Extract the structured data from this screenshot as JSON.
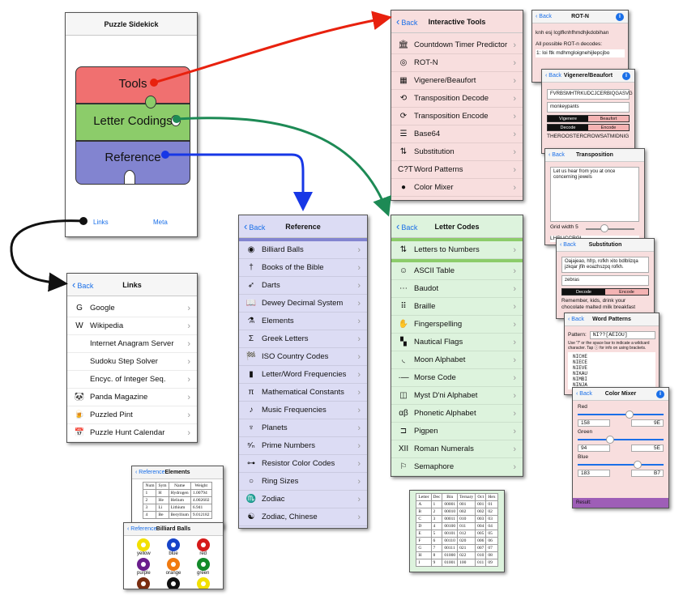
{
  "main": {
    "title": "Puzzle Sidekick",
    "puzzle": [
      "Tools",
      "Letter Codings",
      "Reference"
    ],
    "tabs": [
      "Links",
      "Meta"
    ]
  },
  "back_label": "Back",
  "tools": {
    "title": "Interactive Tools",
    "items": [
      {
        "label": "Countdown Timer Predictor",
        "icon": "🏛"
      },
      {
        "label": "ROT-N",
        "icon": "◎"
      },
      {
        "label": "Vigenere/Beaufort",
        "icon": "▦"
      },
      {
        "label": "Transposition Decode",
        "icon": "⟲"
      },
      {
        "label": "Transposition Encode",
        "icon": "⟳"
      },
      {
        "label": "Base64",
        "icon": "☰"
      },
      {
        "label": "Substitution",
        "icon": "⇅"
      },
      {
        "label": "Word Patterns",
        "icon": "C?T"
      },
      {
        "label": "Color Mixer",
        "icon": "●"
      }
    ]
  },
  "reference": {
    "title": "Reference",
    "items": [
      {
        "label": "Billiard Balls",
        "icon": "◉"
      },
      {
        "label": "Books of the Bible",
        "icon": "†"
      },
      {
        "label": "Darts",
        "icon": "➶"
      },
      {
        "label": "Dewey Decimal System",
        "icon": "📖"
      },
      {
        "label": "Elements",
        "icon": "⚗"
      },
      {
        "label": "Greek Letters",
        "icon": "Σ"
      },
      {
        "label": "ISO Country Codes",
        "icon": "🏁"
      },
      {
        "label": "Letter/Word Frequencies",
        "icon": "▮"
      },
      {
        "label": "Mathematical Constants",
        "icon": "π"
      },
      {
        "label": "Music Frequencies",
        "icon": "♪"
      },
      {
        "label": "Planets",
        "icon": "♆"
      },
      {
        "label": "Prime Numbers",
        "icon": "ⁿ⁄ₙ"
      },
      {
        "label": "Resistor Color Codes",
        "icon": "⊶"
      },
      {
        "label": "Ring Sizes",
        "icon": "○"
      },
      {
        "label": "Zodiac",
        "icon": "♏"
      },
      {
        "label": "Zodiac, Chinese",
        "icon": "☯"
      }
    ]
  },
  "letter_codes": {
    "title": "Letter Codes",
    "items": [
      {
        "label": "Letters to Numbers",
        "icon": "⇅"
      },
      {
        "label": "ASCII Table",
        "icon": "☺"
      },
      {
        "label": "Baudot",
        "icon": "⋯"
      },
      {
        "label": "Braille",
        "icon": "⠿"
      },
      {
        "label": "Fingerspelling",
        "icon": "✋"
      },
      {
        "label": "Nautical Flags",
        "icon": "▚"
      },
      {
        "label": "Moon Alphabet",
        "icon": "◟"
      },
      {
        "label": "Morse Code",
        "icon": "·—"
      },
      {
        "label": "Myst D'ni Alphabet",
        "icon": "◫"
      },
      {
        "label": "Phonetic Alphabet",
        "icon": "αβ"
      },
      {
        "label": "Pigpen",
        "icon": "⊐"
      },
      {
        "label": "Roman Numerals",
        "icon": "XII"
      },
      {
        "label": "Semaphore",
        "icon": "⚐"
      }
    ]
  },
  "links": {
    "title": "Links",
    "items": [
      {
        "label": "Google",
        "icon": "G"
      },
      {
        "label": "Wikipedia",
        "icon": "W"
      },
      {
        "label": "Internet Anagram Server",
        "icon": ""
      },
      {
        "label": "Sudoku Step Solver",
        "icon": ""
      },
      {
        "label": "Encyc. of Integer Seq.",
        "icon": ""
      },
      {
        "label": "Panda Magazine",
        "icon": "🐼"
      },
      {
        "label": "Puzzled Pint",
        "icon": "🍺"
      },
      {
        "label": "Puzzle Hunt Calendar",
        "icon": "📅"
      }
    ]
  },
  "rotn": {
    "title": "ROT-N",
    "input": "knh esj lcglfknhfhmdhjkdobihan",
    "heading": "All possible ROT-n decodes:",
    "result": "1: loi ftk mdhmgloignehijlepcjbo"
  },
  "vigenere": {
    "title": "Vigenere/Beaufort",
    "text": "FVRBSMHTRKUDCJCERBIQGASVG",
    "key": "monkeypants",
    "seg1": [
      "Vigenere",
      "Beaufort"
    ],
    "seg2": [
      "Decode",
      "Encode"
    ],
    "result": "THEROOSTERCROWSATMIDNIG"
  },
  "transposition": {
    "title": "Transposition",
    "text": "Let us hear from you at once concerning jewels",
    "grid": "Grid width 5",
    "result": "LHRUCCRGL"
  },
  "substitution": {
    "title": "Substitution",
    "text": "Oajajeao, hfrp, rofkh xito bdlblizqa jzkqar jfih eoazhszpq rofkh.",
    "key": "zebras",
    "seg": [
      "Decode",
      "Encode"
    ],
    "result": "Remember, kids, drink your chocolate malted milk breakfast"
  },
  "word_patterns": {
    "title": "Word Patterns",
    "label": "Pattern:",
    "pattern": "NI??[AEIOU]",
    "help": "Use '?' or the space bar to indicate a wildcard character. Tap ⓘ for info on using brackets.",
    "results": [
      "NICHE",
      "NIECE",
      "NIEVE",
      "NIKAU",
      "NIMBI",
      "NINJA"
    ]
  },
  "color_mixer": {
    "title": "Color Mixer",
    "channels": [
      {
        "name": "Red",
        "dec": "158",
        "hex": "9E",
        "value": 158
      },
      {
        "name": "Green",
        "dec": "94",
        "hex": "5E",
        "value": 94
      },
      {
        "name": "Blue",
        "dec": "183",
        "hex": "B7",
        "value": 183
      }
    ],
    "result": "Result:"
  },
  "elements": {
    "title": "Elements",
    "headers": [
      "Num",
      "Sym",
      "Name",
      "Weight"
    ],
    "rows": [
      [
        "1",
        "H",
        "Hydrogen",
        "1.00794"
      ],
      [
        "2",
        "He",
        "Helium",
        "4.002602"
      ],
      [
        "3",
        "Li",
        "Lithium",
        "6.941"
      ],
      [
        "4",
        "Be",
        "Beryllium",
        "9.012182"
      ]
    ]
  },
  "billiard": {
    "title": "Billiard Balls",
    "balls": [
      {
        "label": "yellow",
        "color": "#f2e000"
      },
      {
        "label": "blue",
        "color": "#1744c8"
      },
      {
        "label": "red",
        "color": "#d51a1a"
      },
      {
        "label": "purple",
        "color": "#6a1e8c"
      },
      {
        "label": "orange",
        "color": "#f07a10"
      },
      {
        "label": "green",
        "color": "#138a2a"
      },
      {
        "label": "",
        "color": "#7a2d10"
      },
      {
        "label": "",
        "color": "#111111"
      },
      {
        "label": "",
        "color": "#f2e000"
      }
    ]
  },
  "letter_table": {
    "headers": [
      "Letter",
      "Dec",
      "Bin",
      "Ternary",
      "Oct",
      "Hex"
    ],
    "rows": [
      [
        "A",
        "1",
        "00001",
        "001",
        "001",
        "01"
      ],
      [
        "B",
        "2",
        "00010",
        "002",
        "002",
        "02"
      ],
      [
        "C",
        "3",
        "00011",
        "010",
        "003",
        "03"
      ],
      [
        "D",
        "4",
        "00100",
        "011",
        "004",
        "04"
      ],
      [
        "E",
        "5",
        "00101",
        "012",
        "005",
        "05"
      ],
      [
        "F",
        "6",
        "00110",
        "020",
        "006",
        "06"
      ],
      [
        "G",
        "7",
        "00111",
        "021",
        "007",
        "07"
      ],
      [
        "H",
        "8",
        "01000",
        "022",
        "010",
        "08"
      ],
      [
        "I",
        "9",
        "01001",
        "100",
        "011",
        "09"
      ]
    ]
  },
  "colors": {
    "tools": "#f07070",
    "letters": "#8ccc6a",
    "reference": "#8284d0",
    "arrow_red": "#e8210e",
    "arrow_green": "#1d8a55",
    "arrow_blue": "#1737e6"
  }
}
